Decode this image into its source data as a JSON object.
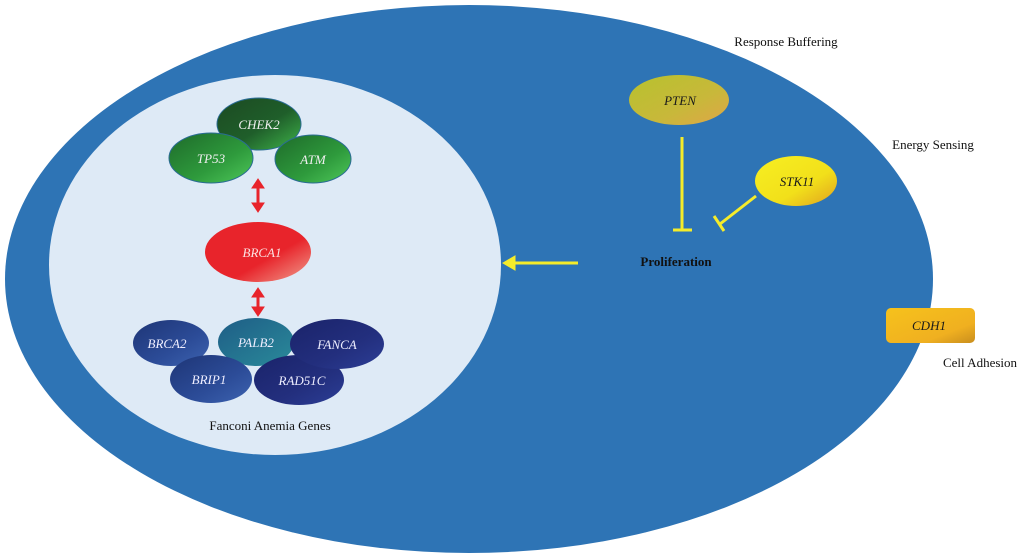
{
  "colors": {
    "cell": "#2e74b5",
    "nucleus": "#deeaf6",
    "inhibit_line": "#f5ec2a",
    "interaction_arrow": "#e8242b"
  },
  "nucleus": {
    "title": "Fanconi Anemia Genes",
    "upstream_genes": [
      {
        "name": "CHEK2",
        "color": "#1f5e2a"
      },
      {
        "name": "TP53",
        "color": "#2e8a3a"
      },
      {
        "name": "ATM",
        "color": "#2a7a36"
      }
    ],
    "hub_gene": {
      "name": "BRCA1",
      "color": "#e8242b"
    },
    "fanconi_genes": [
      {
        "name": "BRCA2",
        "color": "#27468f"
      },
      {
        "name": "PALB2",
        "color": "#236f8f"
      },
      {
        "name": "FANCA",
        "color": "#23327c"
      },
      {
        "name": "BRIP1",
        "color": "#2a4a94"
      },
      {
        "name": "RAD51C",
        "color": "#22307a"
      }
    ]
  },
  "cytoplasm": {
    "process": "Proliferation",
    "regulators": [
      {
        "name": "PTEN",
        "category": "Response Buffering",
        "color": "#c4bd33",
        "effect": "inhibits"
      },
      {
        "name": "STK11",
        "category": "Energy Sensing",
        "color": "#f2e21c",
        "effect": "inhibits"
      }
    ],
    "membrane_gene": {
      "name": "CDH1",
      "category": "Cell Adhesion",
      "color": "#f0b722"
    }
  }
}
